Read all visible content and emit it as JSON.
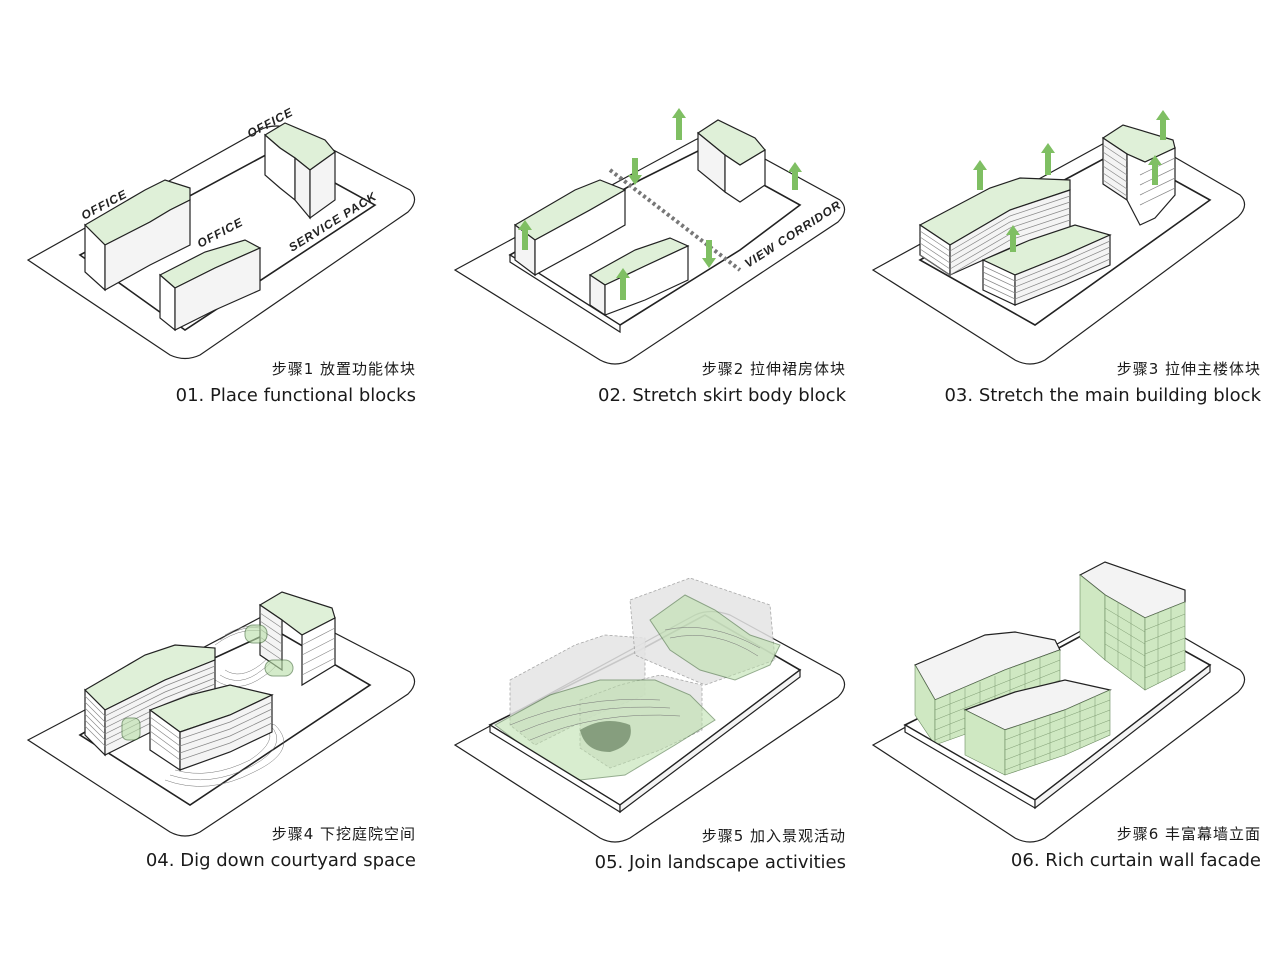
{
  "steps": [
    {
      "cn": "步骤1 放置功能体块",
      "en": "01. Place functional blocks"
    },
    {
      "cn": "步骤2 拉伸裙房体块",
      "en": "02. Stretch skirt body block"
    },
    {
      "cn": "步骤3 拉伸主楼体块",
      "en": "03. Stretch the main building block"
    },
    {
      "cn": "步骤4 下挖庭院空间",
      "en": "04. Dig down courtyard space"
    },
    {
      "cn": "步骤5 加入景观活动",
      "en": "05. Join landscape activities"
    },
    {
      "cn": "步骤6 丰富幕墙立面",
      "en": "06. Rich curtain wall facade"
    }
  ],
  "labels": {
    "office_top": "OFFICE",
    "office_left": "OFFICE",
    "office_middle": "OFFICE",
    "service_pack": "SERVICE PACK",
    "view_corridor": "VIEW CORRIDOR"
  },
  "colors": {
    "roof": "#dff0d8",
    "arrow": "#7fbf63",
    "curtain": "#cfe8c2"
  }
}
